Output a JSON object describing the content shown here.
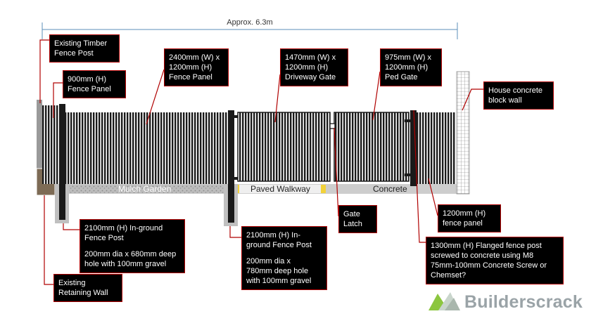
{
  "dimension": {
    "text": "Approx. 6.3m"
  },
  "labels": {
    "timber_post": [
      "Existing Timber",
      "Fence Post"
    ],
    "fence_900": [
      "900mm (H)",
      "Fence Panel"
    ],
    "panel_2400": [
      "2400mm (W) x",
      "1200mm (H)",
      "Fence Panel"
    ],
    "gate_1470": [
      "1470mm (W) x",
      "1200mm (H)",
      "Driveway Gate"
    ],
    "gate_975": [
      "975mm (W) x",
      "1200mm (H)",
      "Ped Gate"
    ],
    "block_wall": [
      "House concrete",
      "block wall"
    ],
    "post_left": [
      "2100mm (H) In-ground",
      "Fence Post",
      "",
      "200mm dia x 680mm deep",
      "hole with 100mm gravel"
    ],
    "post_mid": [
      "2100mm (H) In-",
      "ground Fence Post",
      "",
      "200mm dia x",
      "780mm deep hole",
      "with 100mm gravel"
    ],
    "gate_latch": [
      "Gate",
      "Latch"
    ],
    "fence_1200": [
      "1200mm (H)",
      "fence panel"
    ],
    "flanged_post": [
      "1300mm (H) Flanged fence post",
      "screwed to concrete using M8",
      "75mm-100mm Concrete Screw or",
      "Chemset?"
    ],
    "retaining_wall": [
      "Existing",
      "Retaining Wall"
    ]
  },
  "ground": {
    "mulch": "Mulch Garden",
    "walkway": "Paved Walkway",
    "concrete": "Concrete"
  },
  "brand": {
    "name": "Builderscrack"
  },
  "colors": {
    "callout_border": "#b00000",
    "leader": "#b00000",
    "dimension_line": "#5b8fb9",
    "fence": "#1a1a1a",
    "ground": "#c8c8c8",
    "walkway_edge": "#f2d23a",
    "retaining_wall": "#7d6b55",
    "brand_green": "#8cc63f",
    "brand_grey": "#9aa3a7"
  }
}
